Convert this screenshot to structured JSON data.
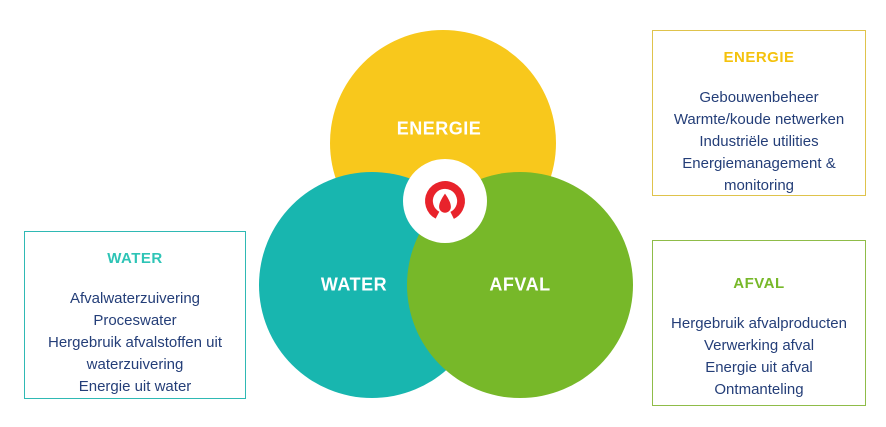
{
  "venn": {
    "energie": {
      "label": "ENERGIE"
    },
    "water": {
      "label": "WATER"
    },
    "afval": {
      "label": "AFVAL"
    }
  },
  "center_logo": {
    "icon": "drop-in-open-ring-logo"
  },
  "boxes": {
    "water": {
      "title": "WATER",
      "items": [
        "Afvalwaterzuivering",
        "Proceswater",
        "Hergebruik afvalstoffen uit waterzuivering",
        "Energie uit water"
      ]
    },
    "energie": {
      "title": "ENERGIE",
      "items": [
        "Gebouwenbeheer",
        "Warmte/koude netwerken",
        "Industriële utilities",
        "Energiemanagement & monitoring"
      ]
    },
    "afval": {
      "title": "AFVAL",
      "items": [
        "Hergebruik afvalproducten",
        "Verwerking afval",
        "Energie uit afval",
        "Ontmanteling"
      ]
    }
  },
  "colors": {
    "energie_yellow": "#F8C81C",
    "water_teal": "#18B6AF",
    "afval_green": "#77B829",
    "logo_red": "#E8232B",
    "text_navy": "#243E78",
    "water_border": "#2FB9B4",
    "energie_border": "#DFC34C",
    "afval_border": "#8FBC49"
  }
}
